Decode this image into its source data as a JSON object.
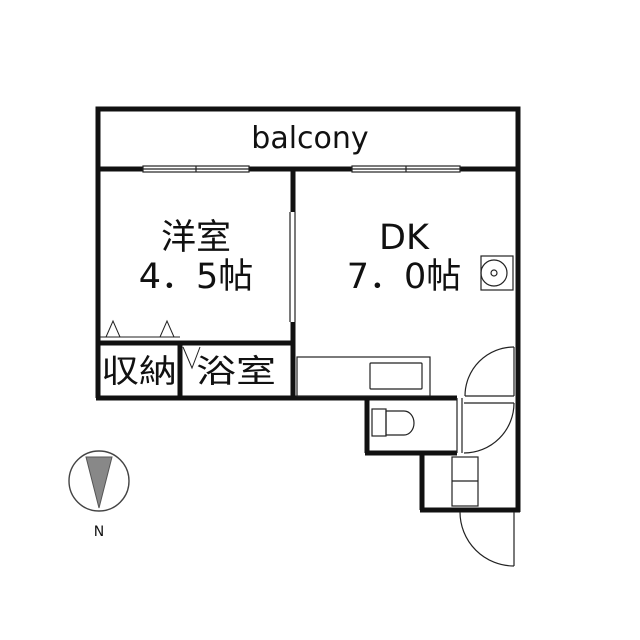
{
  "floorplan": {
    "rooms": {
      "balcony": "balcony",
      "western_room": {
        "name": "洋室",
        "size": "4．5帖"
      },
      "dk": {
        "name": "DK",
        "size": "7．0帖"
      },
      "storage": "収納",
      "bathroom": "浴室"
    },
    "compass": {
      "label": "N",
      "icon": "north-arrow-icon"
    },
    "colors": {
      "wall": "#111111",
      "line": "#222222",
      "background": "#ffffff"
    }
  }
}
